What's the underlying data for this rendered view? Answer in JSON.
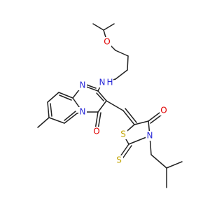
{
  "molecule": {
    "atoms": {
      "o_ether": {
        "label": "O",
        "color": "#e00000"
      },
      "n_amine": {
        "label": "N",
        "color": "#2a2ad8"
      },
      "h_amine": {
        "label": "H",
        "color": "#2a2ad8"
      },
      "n_pyrimidine": {
        "label": "N",
        "color": "#2a2ad8"
      },
      "n_bridgehead": {
        "label": "N",
        "color": "#2a2ad8"
      },
      "o_ring_carbonyl": {
        "label": "O",
        "color": "#e00000"
      },
      "o_thiazolidinone": {
        "label": "O",
        "color": "#e00000"
      },
      "s_ring": {
        "label": "S",
        "color": "#c2a400"
      },
      "n_thiazolidinone": {
        "label": "N",
        "color": "#2a2ad8"
      },
      "s_thione": {
        "label": "S",
        "color": "#c2a400"
      }
    }
  }
}
